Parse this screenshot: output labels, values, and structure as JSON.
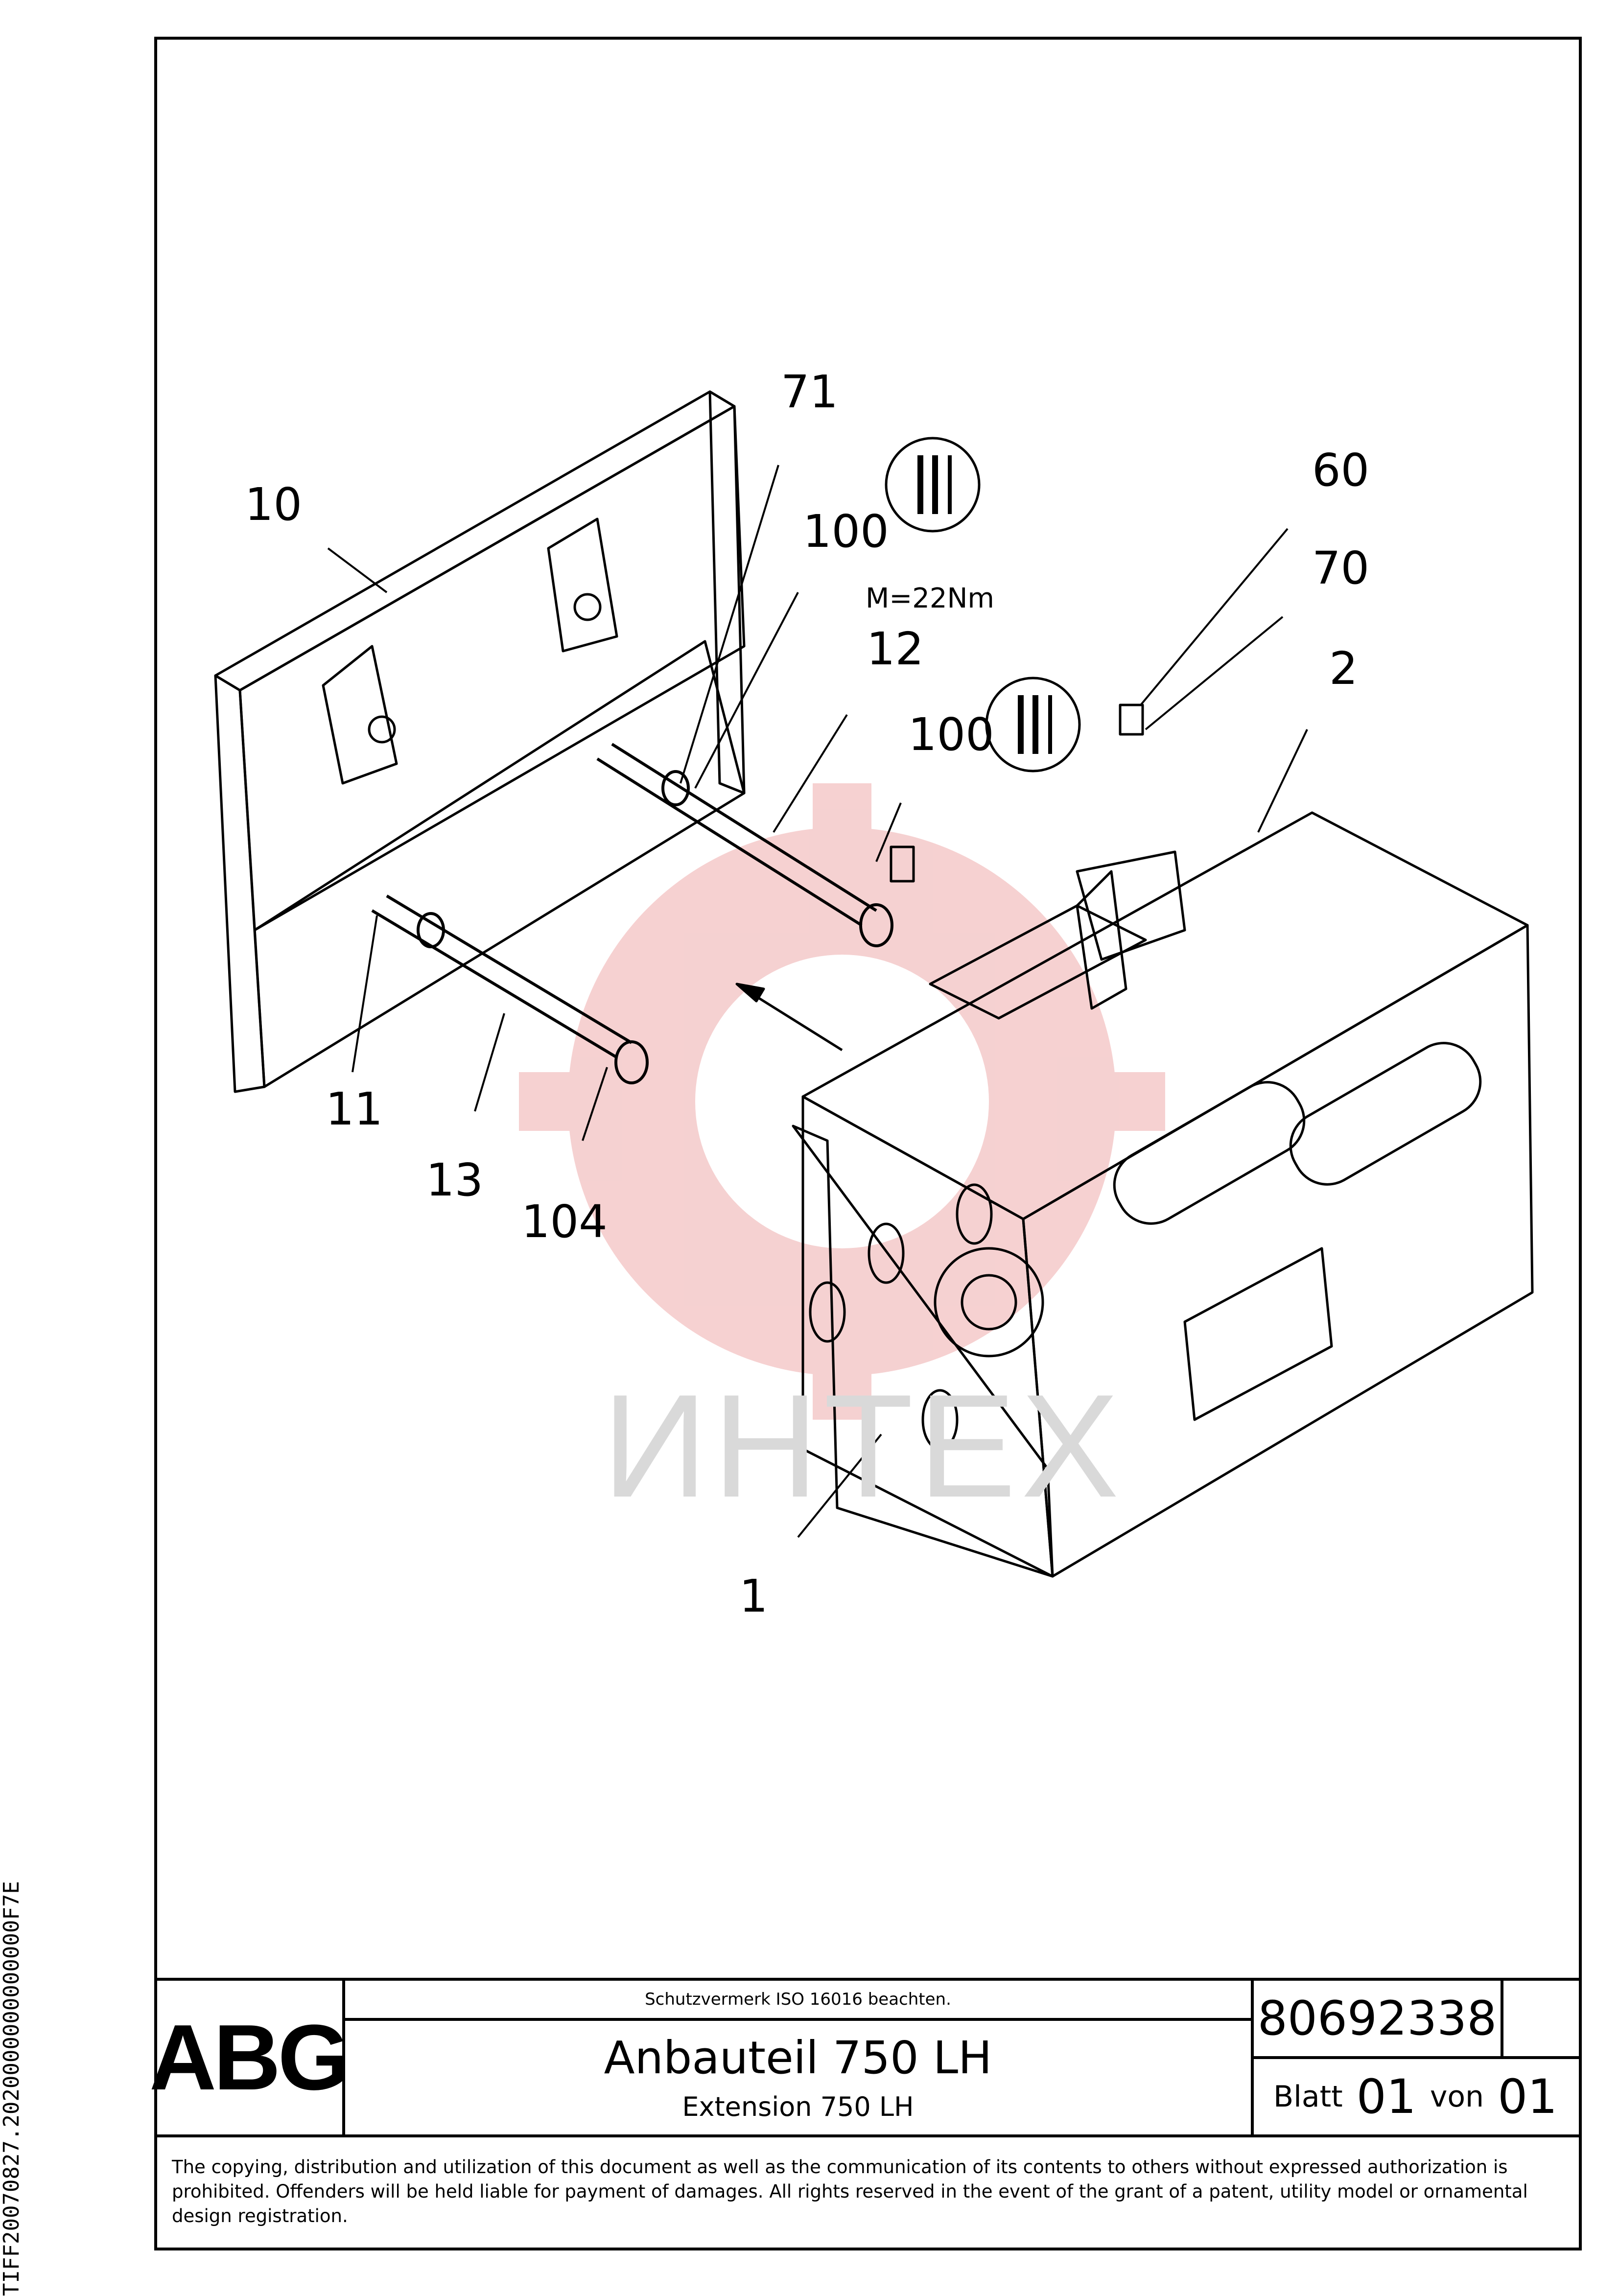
{
  "side_code": "TIFF20070827.2020000000000000F7E",
  "callouts": {
    "c10": "10",
    "c71": "71",
    "c100a": "100",
    "c60": "60",
    "c70": "70",
    "c12": "12",
    "c100b": "100",
    "c2": "2",
    "c11": "11",
    "c13": "13",
    "c104": "104",
    "c1": "1"
  },
  "torque_label": "M=22Nm",
  "watermark": "ИНТЕХ",
  "title_block": {
    "logo": "ABG",
    "note": "Schutzvermerk ISO 16016 beachten.",
    "title_de": "Anbauteil 750 LH",
    "title_en": "Extension 750 LH",
    "drawing_number": "80692338",
    "sheet_label": "Blatt",
    "sheet_number": "01",
    "of_label": "von",
    "sheet_total": "01"
  },
  "copyright": "The copying, distribution and utilization of this document as well as the communication of its contents to others without expressed authorization is prohibited. Offenders will be held liable for payment of damages. All rights reserved in the event of the grant of a patent, utility model or ornamental design registration.",
  "colors": {
    "line": "#000000",
    "watermark_red": "#f4c9c9",
    "watermark_grey": "#d9d9d9"
  }
}
